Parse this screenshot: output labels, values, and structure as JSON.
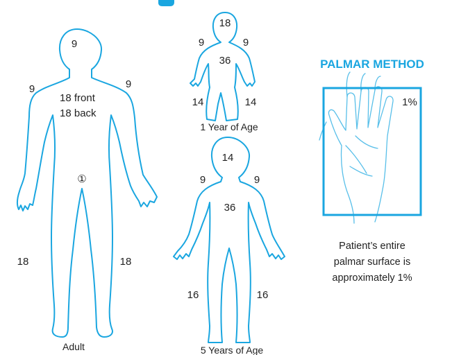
{
  "colors": {
    "accent": "#1aa6e0",
    "text": "#222222",
    "background": "#ffffff"
  },
  "adult": {
    "head": "9",
    "left_arm": "9",
    "right_arm": "9",
    "trunk_front": "18 front",
    "trunk_back": "18 back",
    "genital": "①",
    "left_leg": "18",
    "right_leg": "18",
    "caption": "Adult"
  },
  "one_year": {
    "head": "18",
    "left_arm": "9",
    "right_arm": "9",
    "trunk": "36",
    "left_leg": "14",
    "right_leg": "14",
    "caption": "1 Year of Age"
  },
  "five_years": {
    "head": "14",
    "left_arm": "9",
    "right_arm": "9",
    "trunk": "36",
    "left_leg": "16",
    "right_leg": "16",
    "caption": "5 Years of Age"
  },
  "palmar": {
    "title": "PALMAR METHOD",
    "percent": "1%",
    "desc_line1": "Patient’s entire",
    "desc_line2": "palmar surface is",
    "desc_line3": "approximately 1%"
  }
}
